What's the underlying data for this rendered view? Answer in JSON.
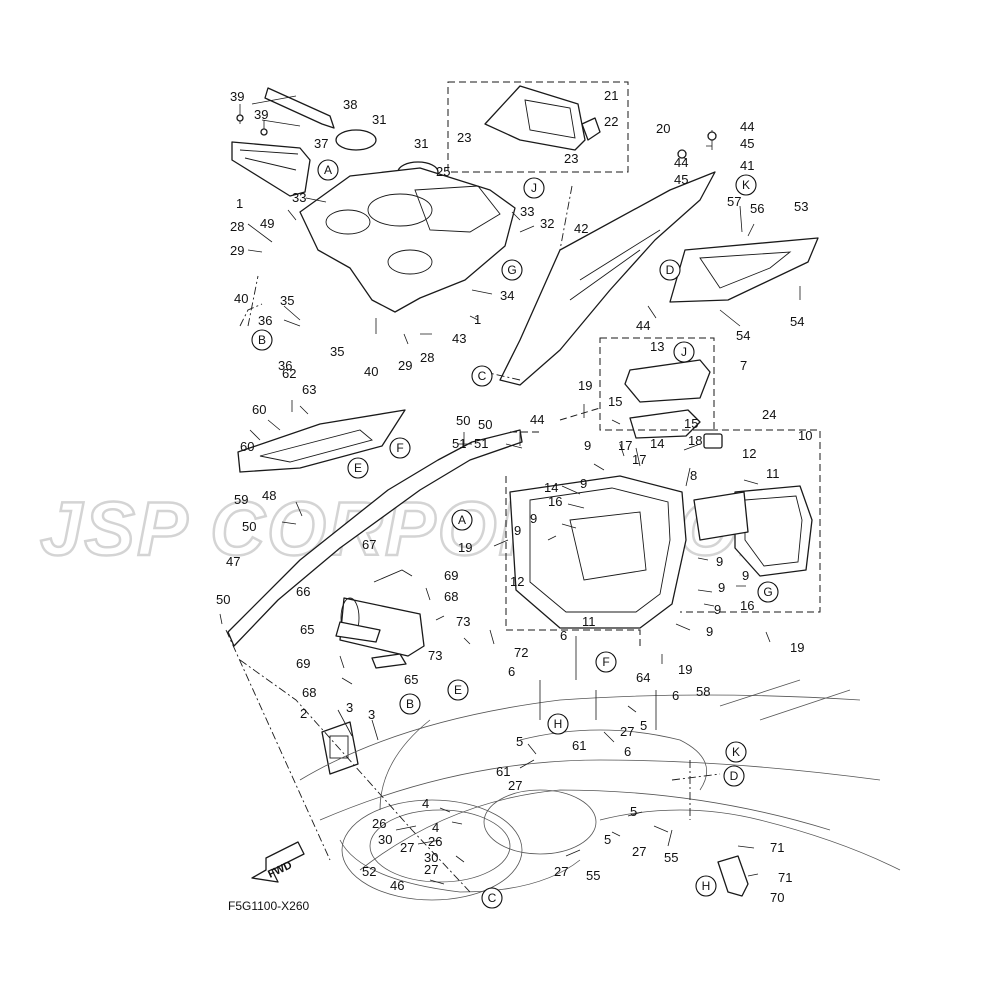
{
  "diagram": {
    "code": "F5G1100-X260",
    "watermark": "JSP CORPORATION",
    "fwd_label": "FWD"
  }
}
